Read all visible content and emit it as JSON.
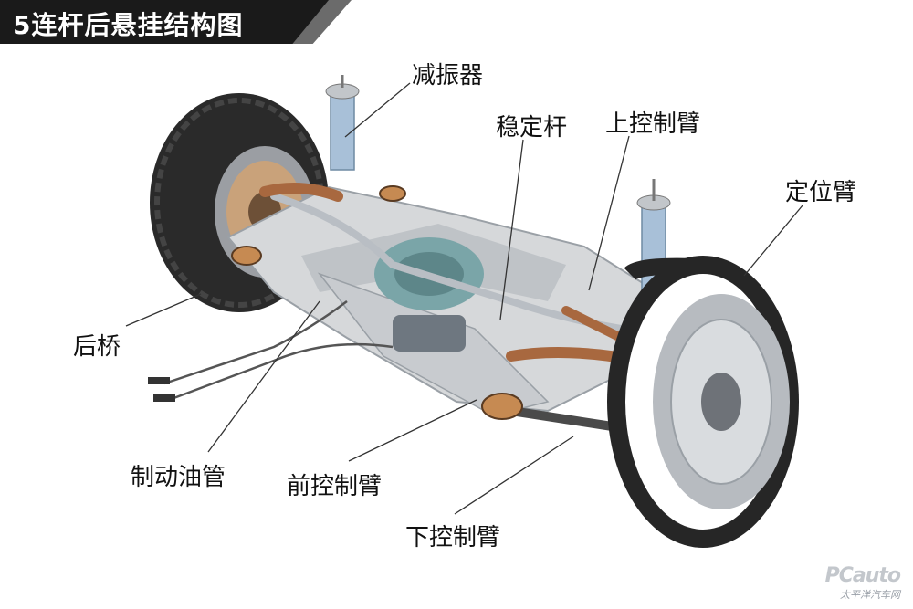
{
  "title": "5连杆后悬挂结构图",
  "labels": {
    "shock_absorber": "减振器",
    "stabilizer_bar": "稳定杆",
    "upper_control_arm": "上控制臂",
    "locating_arm": "定位臂",
    "rear_axle": "后桥",
    "brake_line": "制动油管",
    "front_control_arm": "前控制臂",
    "lower_control_arm": "下控制臂"
  },
  "watermark": {
    "logo": "PCauto",
    "text": "太平洋汽车网"
  },
  "colors": {
    "title_bg": "#1a1a1a",
    "title_stripe": "#6b6b6b",
    "subframe": "#d6d8da",
    "tire": "#262626",
    "spring": "#9fb7cf",
    "copper": "#a8683f"
  }
}
